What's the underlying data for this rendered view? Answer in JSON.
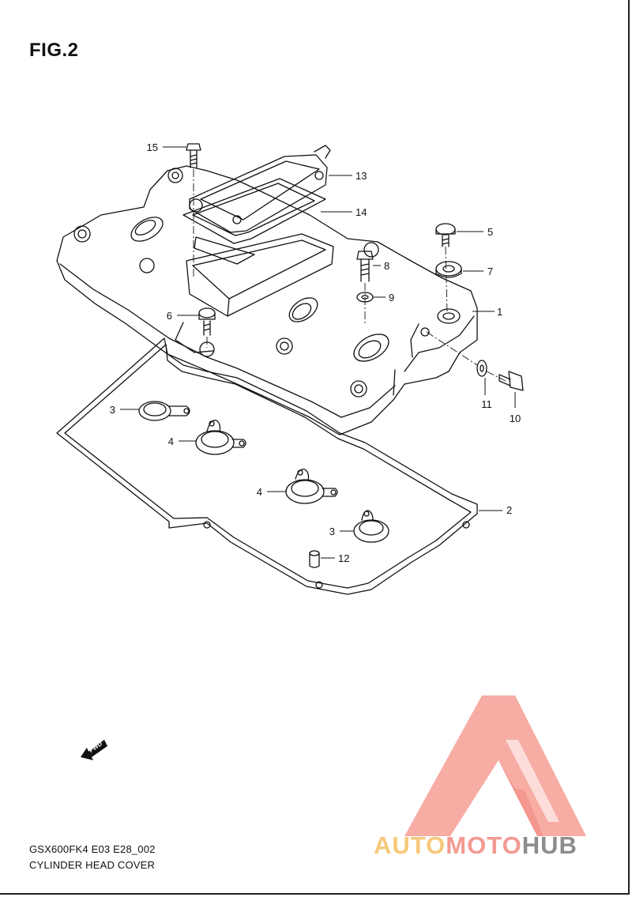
{
  "figure": {
    "title": "FIG.2"
  },
  "callouts": [
    {
      "id": "c15",
      "label": "15"
    },
    {
      "id": "c13",
      "label": "13"
    },
    {
      "id": "c14",
      "label": "14"
    },
    {
      "id": "c5",
      "label": "5"
    },
    {
      "id": "c8",
      "label": "8"
    },
    {
      "id": "c7",
      "label": "7"
    },
    {
      "id": "c9",
      "label": "9"
    },
    {
      "id": "c1",
      "label": "1"
    },
    {
      "id": "c6",
      "label": "6"
    },
    {
      "id": "c11",
      "label": "11"
    },
    {
      "id": "c10",
      "label": "10"
    },
    {
      "id": "c3a",
      "label": "3"
    },
    {
      "id": "c4a",
      "label": "4"
    },
    {
      "id": "c4b",
      "label": "4"
    },
    {
      "id": "c2",
      "label": "2"
    },
    {
      "id": "c3b",
      "label": "3"
    },
    {
      "id": "c12",
      "label": "12"
    }
  ],
  "fwd_label": "FWD",
  "footer": {
    "model_code": "GSX600FK4 E03 E28_002",
    "section_name": "CYLINDER HEAD COVER"
  },
  "watermark": {
    "part1": "AUTO",
    "part2": "MOTO",
    "part3": "HUB",
    "colors": {
      "triangle": "#f7a8a0",
      "auto": "#f7c87a",
      "moto": "#f49a92",
      "hub": "#8d8d8d"
    }
  }
}
